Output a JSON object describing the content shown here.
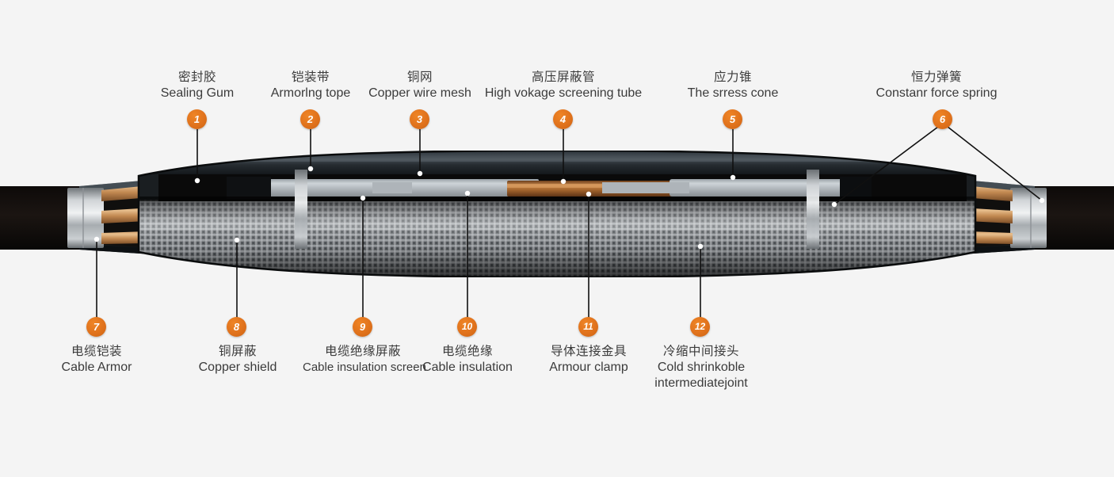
{
  "diagram": {
    "title_cn": "冷缩中间接头",
    "title_en": "Cold shrinkoble intermediatejoint",
    "background_color": "#f4f4f4",
    "badge_color": "#e0721c",
    "label_color": "#3b3b3b",
    "leader_color": "#101010",
    "copper_color": "#c08a52",
    "sheath_color": "#161616",
    "ferrule_color": "#b9bcc0",
    "mesh_color": "#7d8084"
  },
  "callouts": [
    {
      "id": 1,
      "num": "1",
      "cn": "密封胶",
      "en": "Sealing Gum",
      "pos": "top"
    },
    {
      "id": 2,
      "num": "2",
      "cn": "铠装带",
      "en": "Armorlng tope",
      "pos": "top"
    },
    {
      "id": 3,
      "num": "3",
      "cn": "铜网",
      "en": "Copper wire mesh",
      "pos": "top"
    },
    {
      "id": 4,
      "num": "4",
      "cn": "高压屏蔽管",
      "en": "High vokage screening tube",
      "pos": "top"
    },
    {
      "id": 5,
      "num": "5",
      "cn": "应力锥",
      "en": "The srress cone",
      "pos": "top"
    },
    {
      "id": 6,
      "num": "6",
      "cn": "恒力弹簧",
      "en": "Constanr force spring",
      "pos": "top"
    },
    {
      "id": 7,
      "num": "7",
      "cn": "电缆铠装",
      "en": "Cable Armor",
      "pos": "bottom"
    },
    {
      "id": 8,
      "num": "8",
      "cn": "铜屏蔽",
      "en": "Copper shield",
      "pos": "bottom"
    },
    {
      "id": 9,
      "num": "9",
      "cn": "电缆绝缘屏蔽",
      "en": "Cable insulation screen",
      "pos": "bottom"
    },
    {
      "id": 10,
      "num": "10",
      "cn": "电缆绝缘",
      "en": "Cable insulation",
      "pos": "bottom"
    },
    {
      "id": 11,
      "num": "11",
      "cn": "导体连接金具",
      "en": "Armour clamp",
      "pos": "bottom"
    },
    {
      "id": 12,
      "num": "12",
      "cn": "冷缩中间接头",
      "en": "Cold shrinkoble\nintermediatejoint",
      "pos": "bottom"
    }
  ]
}
